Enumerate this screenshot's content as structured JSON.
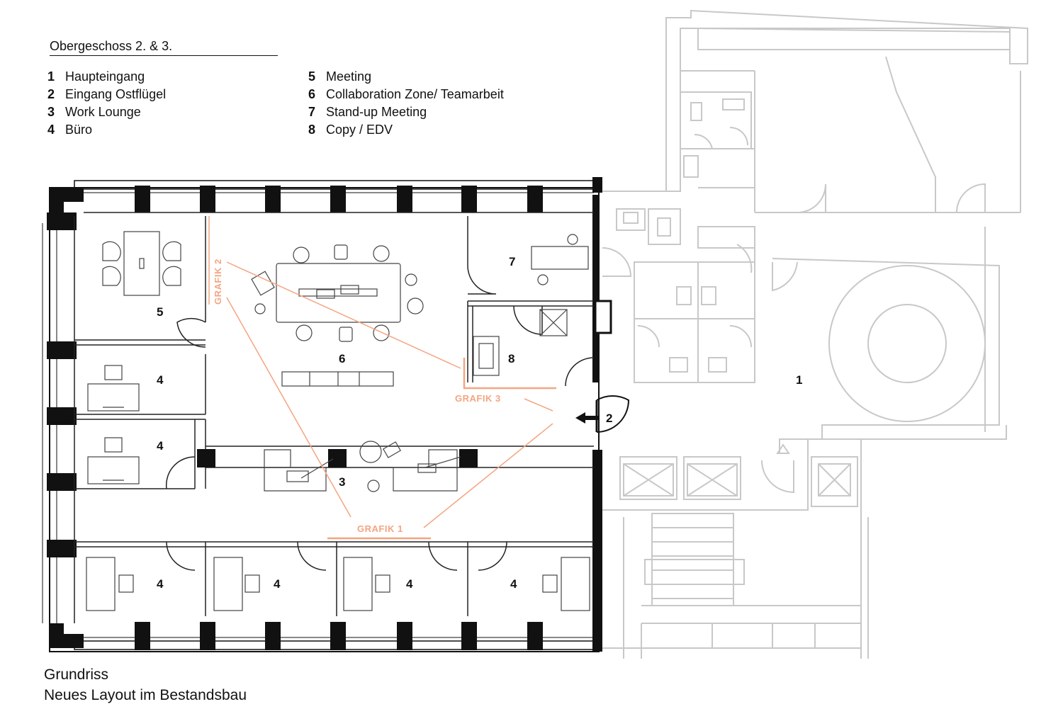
{
  "header": {
    "title": "Obergeschoss 2. & 3."
  },
  "legend_left": [
    {
      "num": "1",
      "label": "Haupteingang"
    },
    {
      "num": "2",
      "label": "Eingang Ostflügel"
    },
    {
      "num": "3",
      "label": "Work Lounge"
    },
    {
      "num": "4",
      "label": "Büro"
    }
  ],
  "legend_right": [
    {
      "num": "5",
      "label": "Meeting"
    },
    {
      "num": "6",
      "label": "Collaboration Zone/ Teamarbeit"
    },
    {
      "num": "7",
      "label": "Stand-up Meeting"
    },
    {
      "num": "8",
      "label": "Copy / EDV"
    }
  ],
  "room_labels": {
    "r1": "1",
    "r2": "2",
    "r3": "3",
    "r4a": "4",
    "r4b": "4",
    "r4c": "4",
    "r4d": "4",
    "r4e": "4",
    "r4f": "4",
    "r5": "5",
    "r6": "6",
    "r7": "7",
    "r8": "8"
  },
  "grafik_labels": {
    "g1": "GRAFIK 1",
    "g2": "GRAFIK 2",
    "g3": "GRAFIK 3"
  },
  "caption": {
    "line1": "Grundriss",
    "line2": "Neues Layout im Bestandsbau"
  },
  "colors": {
    "accent": "#f4a582",
    "wall": "#111111",
    "existing": "#c8c8c8"
  }
}
